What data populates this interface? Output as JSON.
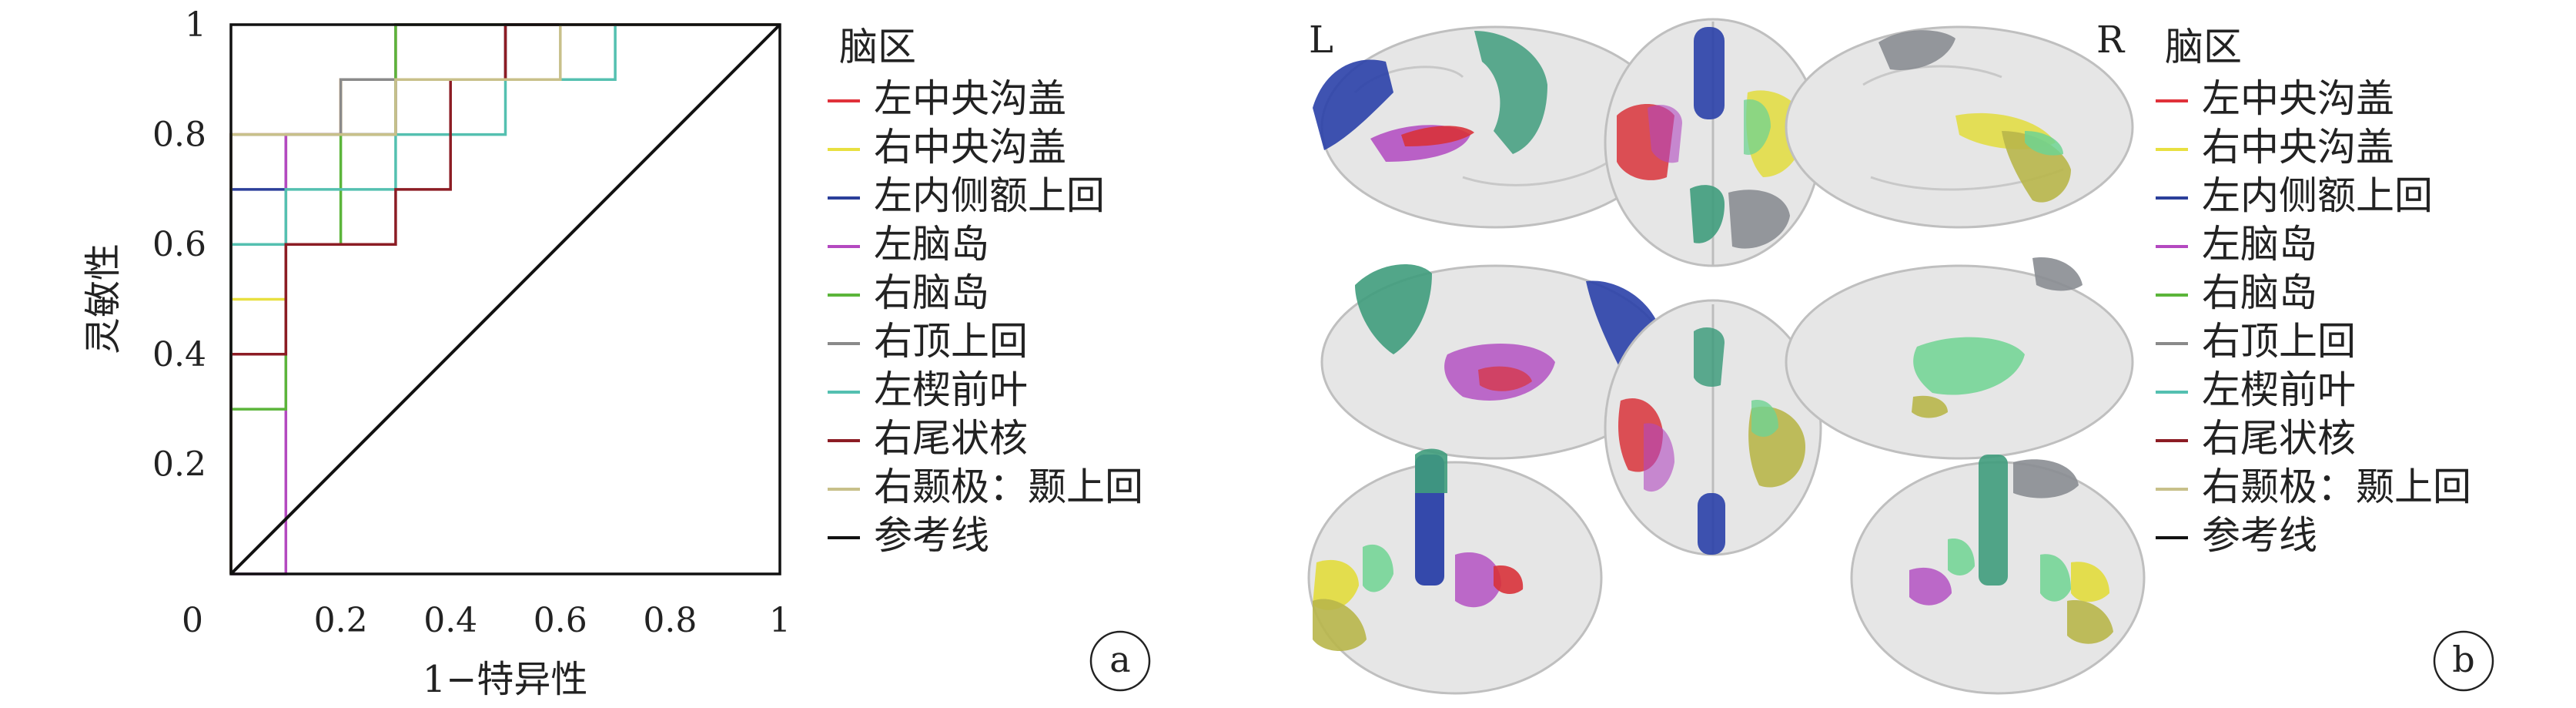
{
  "chart_data": {
    "type": "line",
    "xlabel": "1−特异性",
    "ylabel": "灵敏性",
    "xlim": [
      0,
      1
    ],
    "ylim": [
      0,
      1
    ],
    "x_ticks": [
      "0",
      "0.2",
      "0.4",
      "0.6",
      "0.8",
      "1"
    ],
    "y_ticks": [
      "0.2",
      "0.4",
      "0.6",
      "0.8",
      "1"
    ],
    "grid": false,
    "legend_title": "脑区",
    "legend_placement": "right",
    "series": [
      {
        "name": "左中央沟盖",
        "color": "#e0313a",
        "x": [
          0,
          0,
          0.1,
          0.1,
          0.2,
          0.2,
          0.3,
          0.3,
          0.4,
          0.4,
          0.5,
          0.5,
          1
        ],
        "y": [
          0,
          0.8,
          0.8,
          0.8,
          0.8,
          0.9,
          0.9,
          0.9,
          0.9,
          0.9,
          0.9,
          1,
          1
        ]
      },
      {
        "name": "右中央沟盖",
        "color": "#e8e040",
        "x": [
          0,
          0,
          0.1,
          0.1,
          0.2,
          0.2,
          0.3,
          0.3,
          1
        ],
        "y": [
          0,
          0.5,
          0.5,
          0.8,
          0.8,
          0.9,
          0.9,
          1,
          1
        ]
      },
      {
        "name": "左内侧额上回",
        "color": "#2b3f9a",
        "x": [
          0,
          0,
          0.1,
          0.1,
          0.3,
          0.3,
          0.4,
          0.4,
          0.5,
          0.5,
          1
        ],
        "y": [
          0,
          0.7,
          0.7,
          0.8,
          0.8,
          0.9,
          0.9,
          0.9,
          0.9,
          1,
          1
        ]
      },
      {
        "name": "左脑岛",
        "color": "#b449c0",
        "x": [
          0,
          0.1,
          0.1,
          0.3,
          0.3,
          1
        ],
        "y": [
          0,
          0,
          0.8,
          0.8,
          1,
          1
        ]
      },
      {
        "name": "右脑岛",
        "color": "#5bb53a",
        "x": [
          0,
          0,
          0.1,
          0.1,
          0.2,
          0.2,
          0.3,
          0.3,
          1
        ],
        "y": [
          0,
          0.3,
          0.3,
          0.6,
          0.6,
          0.8,
          0.8,
          1,
          1
        ]
      },
      {
        "name": "右顶上回",
        "color": "#8a8a8a",
        "x": [
          0,
          0,
          0.1,
          0.1,
          0.2,
          0.2,
          0.5,
          0.5,
          1
        ],
        "y": [
          0,
          0.8,
          0.8,
          0.8,
          0.8,
          0.9,
          0.9,
          1,
          1
        ]
      },
      {
        "name": "左楔前叶",
        "color": "#54c0b0",
        "x": [
          0,
          0,
          0.1,
          0.1,
          0.3,
          0.3,
          0.5,
          0.5,
          0.7,
          0.7,
          1
        ],
        "y": [
          0,
          0.6,
          0.6,
          0.7,
          0.7,
          0.8,
          0.8,
          0.9,
          0.9,
          1,
          1
        ]
      },
      {
        "name": "右尾状核",
        "color": "#8c1c24",
        "x": [
          0,
          0,
          0.1,
          0.1,
          0.3,
          0.3,
          0.4,
          0.4,
          0.5,
          0.5,
          1
        ],
        "y": [
          0,
          0.4,
          0.4,
          0.6,
          0.6,
          0.7,
          0.7,
          0.9,
          0.9,
          1,
          1
        ]
      },
      {
        "name": "右颞极：颞上回",
        "color": "#c8c08a",
        "x": [
          0,
          0,
          0.3,
          0.3,
          0.6,
          0.6,
          1
        ],
        "y": [
          0,
          0.8,
          0.8,
          0.9,
          0.9,
          1,
          1
        ]
      },
      {
        "name": "参考线",
        "color": "#111111",
        "x": [
          0,
          1
        ],
        "y": [
          0,
          1
        ]
      }
    ]
  },
  "panels": {
    "a": "a",
    "b": "b"
  },
  "brain_panel": {
    "left_label": "L",
    "right_label": "R",
    "legend_title": "脑区",
    "legend": [
      {
        "name": "左中央沟盖",
        "color": "#e0313a"
      },
      {
        "name": "右中央沟盖",
        "color": "#e8e040"
      },
      {
        "name": "左内侧额上回",
        "color": "#2b3f9a"
      },
      {
        "name": "左脑岛",
        "color": "#b449c0"
      },
      {
        "name": "右脑岛",
        "color": "#5bb53a"
      },
      {
        "name": "右顶上回",
        "color": "#8a8a8a"
      },
      {
        "name": "左楔前叶",
        "color": "#54c0b0"
      },
      {
        "name": "右尾状核",
        "color": "#8c1c24"
      },
      {
        "name": "右颞极：颞上回",
        "color": "#c8c08a"
      },
      {
        "name": "参考线",
        "color": "#111111"
      }
    ],
    "region_colors": {
      "red": "#d8323a",
      "yellow": "#e2dc3c",
      "blue": "#2a40a8",
      "purple": "#b048c0",
      "green": "#6fd392",
      "gray": "#8a8d92",
      "teal": "#3f9c7c",
      "olive": "#b8b64a"
    }
  }
}
